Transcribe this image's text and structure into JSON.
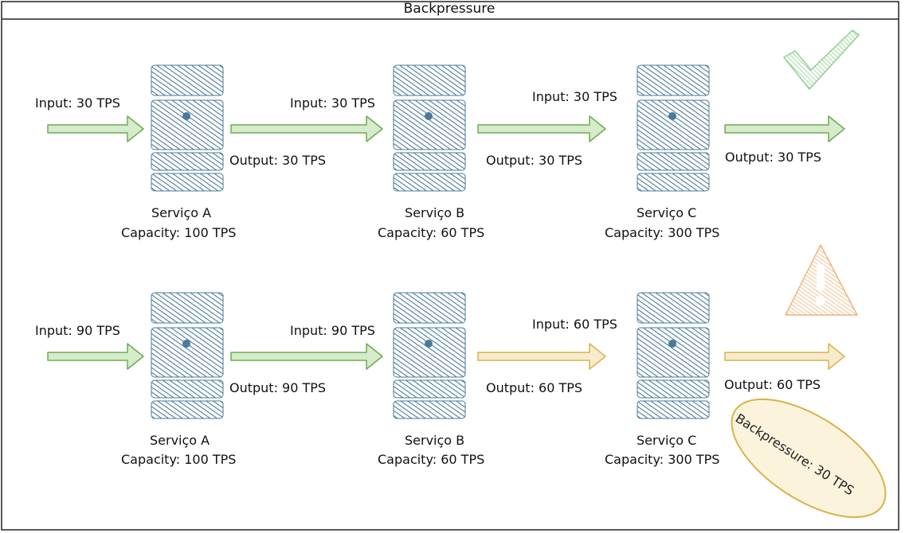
{
  "title": "Backpressure",
  "colors": {
    "server": "#4a7a99",
    "arrow_ok": "#6aae4e",
    "arrow_fill_ok": "#d5ebcc",
    "arrow_warn": "#d9b24a",
    "arrow_fill_warn": "#f6eccc",
    "check": "#8ccf8c",
    "warning": "#f2b27a",
    "badge": "#d9b24a"
  },
  "rows": [
    {
      "status_icon": "check-icon",
      "services": [
        {
          "name": "Serviço A",
          "capacity": "Capacity: 100 TPS",
          "input": "Input: 30 TPS",
          "output": "Output: 30 TPS"
        },
        {
          "name": "Serviço B",
          "capacity": "Capacity: 60 TPS",
          "input": "Input: 30 TPS",
          "output": "Output: 30 TPS"
        },
        {
          "name": "Serviço C",
          "capacity": "Capacity: 300 TPS",
          "input": "Input: 30 TPS",
          "output": "Output: 30 TPS"
        }
      ]
    },
    {
      "status_icon": "warning-icon",
      "services": [
        {
          "name": "Serviço A",
          "capacity": "Capacity: 100 TPS",
          "input": "Input: 90 TPS",
          "output": "Output: 90 TPS"
        },
        {
          "name": "Serviço B",
          "capacity": "Capacity: 60 TPS",
          "input": "Input: 90 TPS",
          "output": "Output: 60 TPS"
        },
        {
          "name": "Serviço C",
          "capacity": "Capacity: 300 TPS",
          "input": "Input: 60 TPS",
          "output": "Output: 60 TPS"
        }
      ],
      "badge": "Backpressure: 30 TPS"
    }
  ]
}
